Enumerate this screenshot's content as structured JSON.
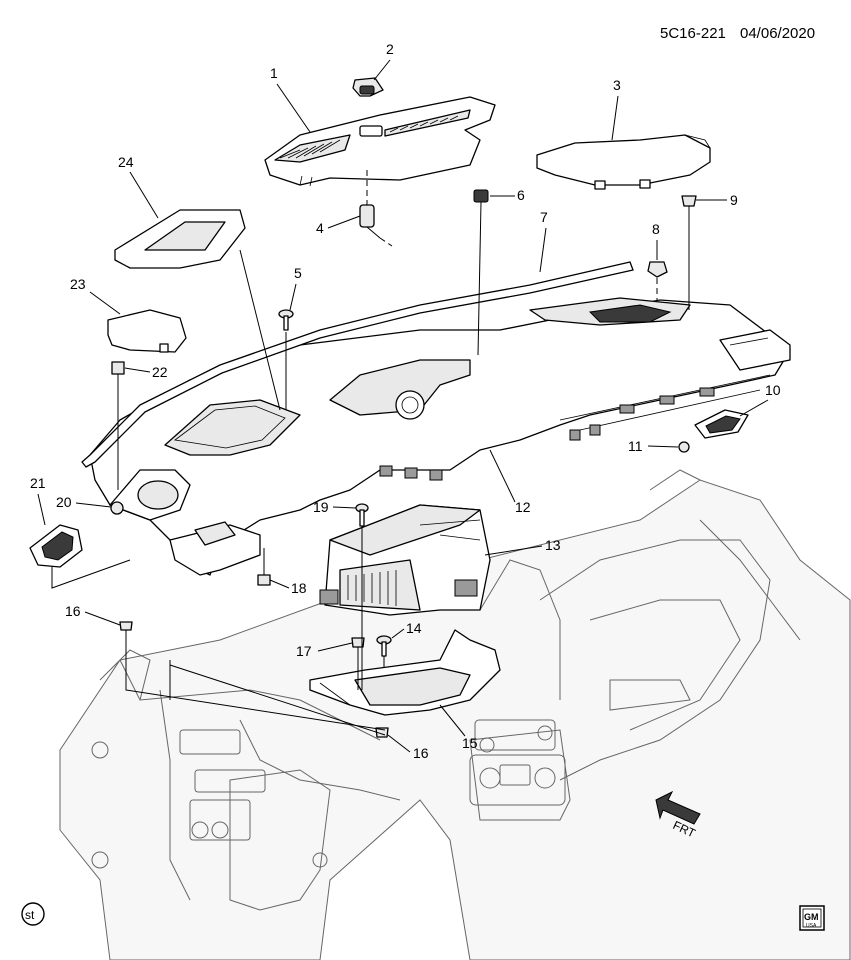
{
  "header": {
    "code": "5C16-221",
    "date": "04/06/2020"
  },
  "callouts": [
    "1",
    "2",
    "3",
    "4",
    "5",
    "6",
    "7",
    "8",
    "9",
    "10",
    "11",
    "12",
    "13",
    "14",
    "15",
    "16",
    "16",
    "17",
    "18",
    "19",
    "20",
    "21",
    "22",
    "23",
    "24"
  ],
  "stamp": "st",
  "logo": {
    "top": "GM",
    "bottom": "USA"
  },
  "arrow_label": "FRT"
}
